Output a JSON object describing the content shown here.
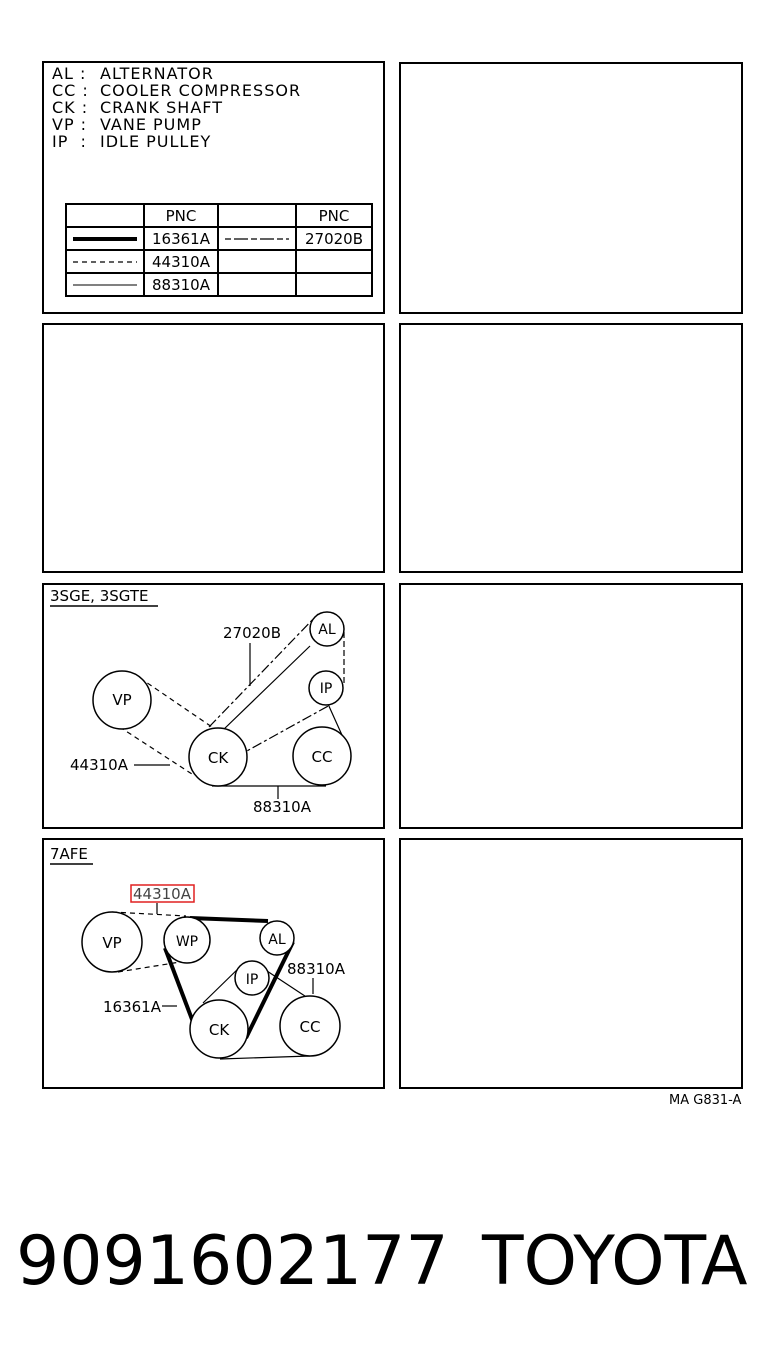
{
  "legend": [
    {
      "abbr": "AL :",
      "name": "ALTERNATOR"
    },
    {
      "abbr": "CC :",
      "name": "COOLER COMPRESSOR"
    },
    {
      "abbr": "CK :",
      "name": "CRANK SHAFT"
    },
    {
      "abbr": "VP :",
      "name": "VANE PUMP"
    },
    {
      "abbr": "IP  :",
      "name": "IDLE PULLEY"
    }
  ],
  "pnc_table": {
    "header": "PNC",
    "rows": [
      {
        "left": "16361A",
        "right": "27020B"
      },
      {
        "left": "44310A",
        "right": ""
      },
      {
        "left": "88310A",
        "right": ""
      }
    ]
  },
  "diagram_3sge": {
    "title": "3SGE, 3SGTE",
    "pulleys": {
      "al": "AL",
      "ip": "IP",
      "vp": "VP",
      "ck": "CK",
      "cc": "CC"
    },
    "labels": {
      "belt_27020b": "27020B",
      "belt_44310a": "44310A",
      "belt_88310a": "88310A"
    }
  },
  "diagram_7afe": {
    "title": "7AFE",
    "pulleys": {
      "vp": "VP",
      "wp": "WP",
      "al": "AL",
      "ip": "IP",
      "ck": "CK",
      "cc": "CC"
    },
    "labels": {
      "belt_44310a": "44310A",
      "belt_88310a": "88310A",
      "belt_16361a": "16361A"
    },
    "highlight_color": "#e02020"
  },
  "footer": {
    "code": "MA G831-A",
    "part_number": "9091602177",
    "brand": "TOYOTA"
  }
}
